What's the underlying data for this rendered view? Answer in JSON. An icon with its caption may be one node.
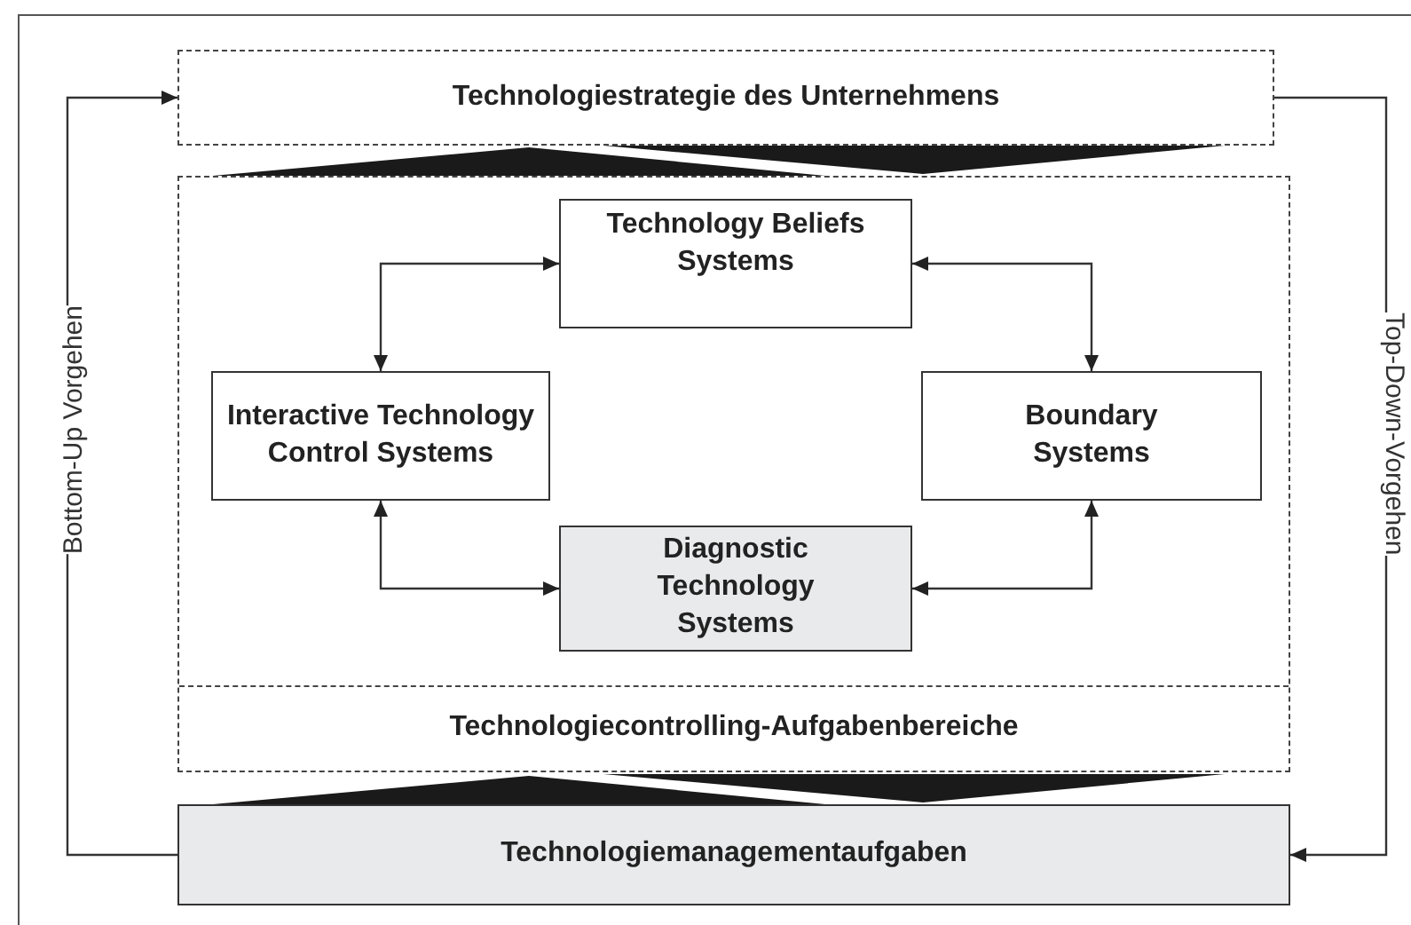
{
  "diagram": {
    "nodes": [
      {
        "text": [
          "Technologiestrategie des Unternehmens"
        ]
      },
      {
        "text": [],
        "shape": "box"
      },
      {
        "text": [
          "Technology Beliefs Systems"
        ],
        "in": 1
      },
      {
        "text": [
          "Interactive Technology Control Systems"
        ],
        "in": 1
      },
      {
        "text": [
          "Boundary Systems"
        ],
        "in": 1
      },
      {
        "text": [
          "Diagnostic Technology Systems"
        ],
        "in": 1
      },
      {
        "text": [
          "Technologiecontrolling-Aufgabenbereiche"
        ],
        "in": 1
      },
      {
        "text": [
          "Technologiemanagementaufgaben"
        ]
      }
    ],
    "edges": [
      {
        "from": 2,
        "to": 3,
        "arrow": "both"
      },
      {
        "from": 2,
        "to": 4,
        "arrow": "both"
      },
      {
        "from": 3,
        "to": 5,
        "arrow": "both"
      },
      {
        "from": 5,
        "to": 4,
        "arrow": "both"
      },
      {
        "from": 7,
        "to": 0,
        "arrow": "to",
        "label": "Bottom-Up Vorgehen"
      },
      {
        "from": 0,
        "to": 7,
        "arrow": "to",
        "label": "Top-Down-Vorgehen"
      }
    ]
  }
}
